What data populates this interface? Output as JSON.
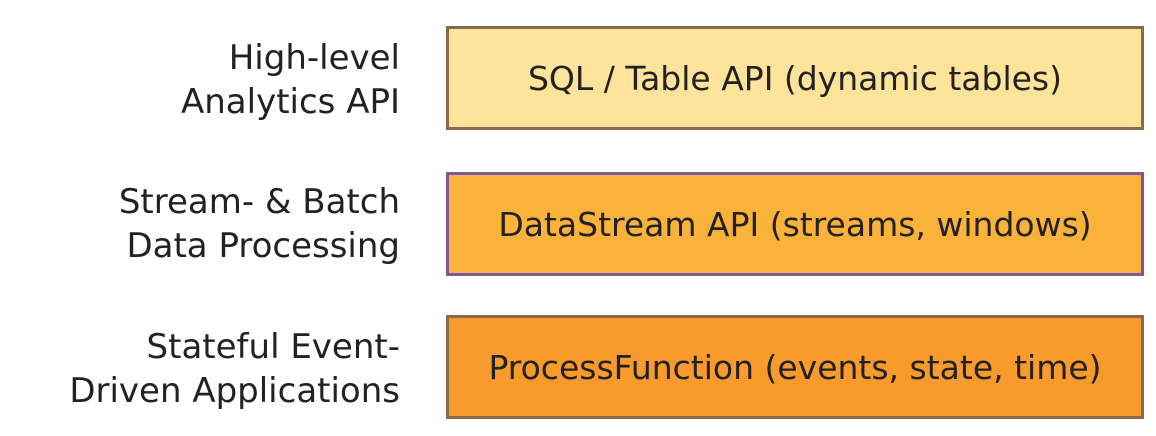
{
  "layers": [
    {
      "label_line1": "High-level",
      "label_line2": "Analytics API",
      "box_text": "SQL / Table API (dynamic tables)",
      "color": "#fde49a"
    },
    {
      "label_line1": "Stream- & Batch",
      "label_line2": "Data Processing",
      "box_text": "DataStream API (streams, windows)",
      "color": "#fbb23a"
    },
    {
      "label_line1": "Stateful Event-",
      "label_line2": "Driven Applications",
      "box_text": "ProcessFunction (events, state, time)",
      "color": "#f99a2c"
    }
  ]
}
